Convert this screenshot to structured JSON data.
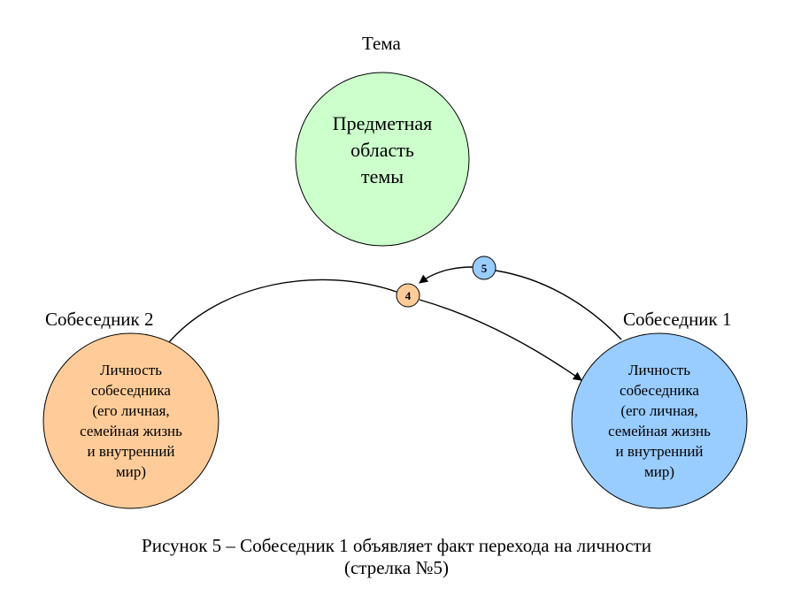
{
  "diagram": {
    "topic": {
      "label": "Тема",
      "text_lines": [
        "Предметная",
        "область",
        "темы"
      ],
      "color": "#ccffcc"
    },
    "speaker2": {
      "label": "Собеседник 2",
      "text_lines": [
        "Личность",
        "собеседника",
        "(его личная,",
        "семейная жизнь",
        "и внутренний",
        "мир)"
      ],
      "color": "#ffcc99"
    },
    "speaker1": {
      "label": "Собеседник 1",
      "text_lines": [
        "Личность",
        "собеседника",
        "(его личная,",
        "семейная жизнь",
        "и внутренний",
        "мир)"
      ],
      "color": "#99ccff"
    },
    "arrows": [
      {
        "id": "4",
        "from": "Собеседник 2",
        "to": "Собеседник 1",
        "badge_color": "#ffcc99"
      },
      {
        "id": "5",
        "from": "Собеседник 1",
        "to": "arrow 4",
        "badge_color": "#99ccff"
      }
    ],
    "stroke_color": "#000000"
  },
  "caption": {
    "line1": "Рисунок 5 – Собеседник 1 объявляет факт перехода на личности",
    "line2": "(стрелка №5)"
  }
}
